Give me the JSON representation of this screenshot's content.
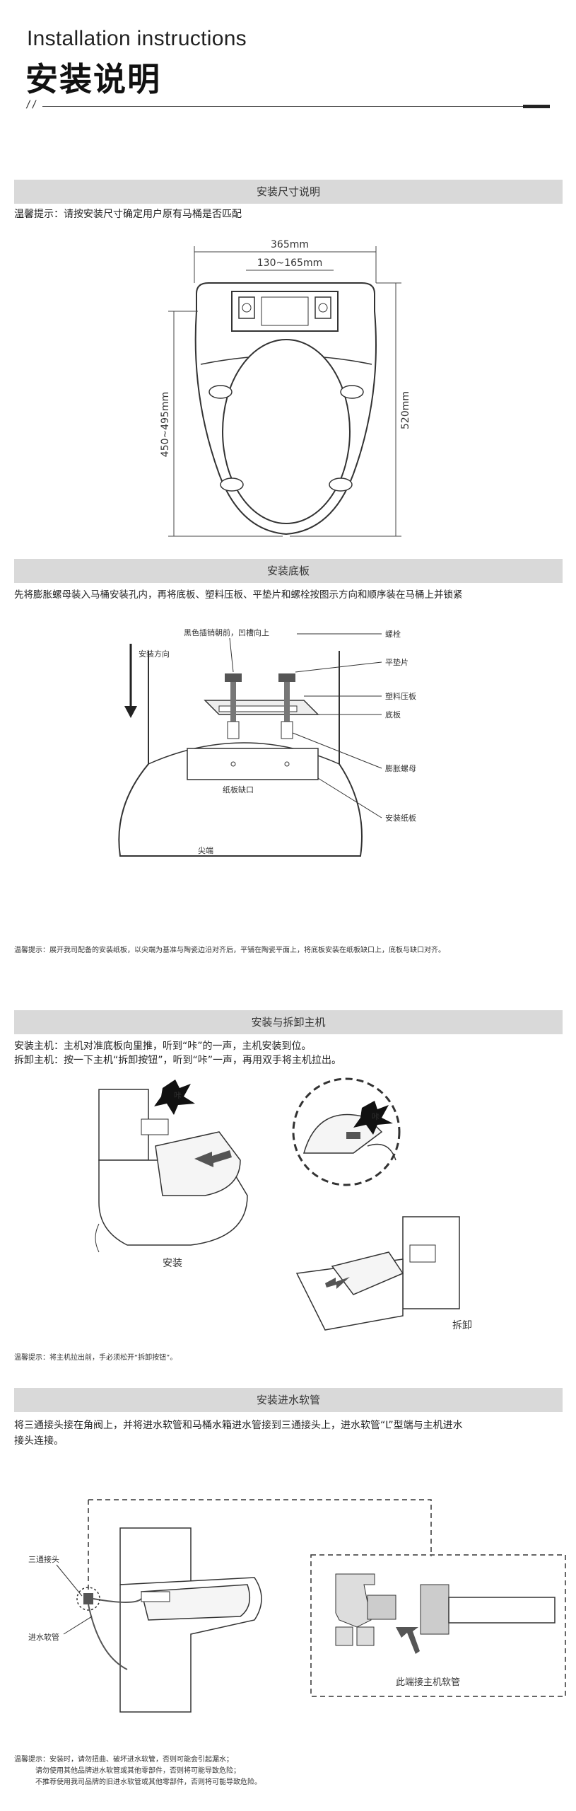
{
  "header": {
    "title_en": "Installation instructions",
    "title_zh": "安装说明",
    "slash": "//"
  },
  "sections": {
    "size": {
      "title": "安装尺寸说明",
      "tip": "温馨提示：请按安装尺寸确定用户原有马桶是否匹配",
      "dim_width": "365mm",
      "dim_holes": "130~165mm",
      "dim_length": "450~495mm",
      "dim_total": "520mm"
    },
    "base": {
      "title": "安装底板",
      "desc": "先将膨胀螺母装入马桶安装孔内，再将底板、塑料压板、平垫片和螺栓按图示方向和顺序装在马桶上并锁紧",
      "label_black": "黑色插销朝前，凹槽向上",
      "label_dir": "安装方向",
      "label_bolt": "螺栓",
      "label_washer": "平垫片",
      "label_plate": "塑料压板",
      "label_base": "底板",
      "label_nut": "膨胀螺母",
      "label_notch": "纸板缺口",
      "label_paper": "安装纸板",
      "label_tip_end": "尖端",
      "tip": "温馨提示：展开我司配备的安装纸板，以尖端为基准与陶瓷边沿对齐后，平铺在陶瓷平面上，将底板安装在纸板缺口上，底板与缺口对齐。"
    },
    "host": {
      "title": "安装与拆卸主机",
      "line1": "安装主机：主机对准底板向里推，听到“咔”的一声，主机安装到位。",
      "line2": "拆卸主机：按一下主机“拆卸按钮”，听到“咔”一声，再用双手将主机拉出。",
      "click1": "咔",
      "click2": "咔",
      "label_install": "安装",
      "label_remove": "拆卸",
      "tip": "温馨提示：将主机拉出前，手必须松开“拆卸按钮”。"
    },
    "hose": {
      "title": "安装进水软管",
      "desc_line1": "将三通接头接在角阀上，并将进水软管和马桶水箱进水管接到三通接头上，进水软管“L”型端与主机进水",
      "desc_line2": "接头连接。",
      "label_tee": "三通接头",
      "label_hose": "进水软管",
      "label_host_hose": "此端接主机软管",
      "tip_line1": "温馨提示：安装时，请勿扭曲、破坏进水软管，否则可能会引起漏水；",
      "tip_line2": "请勿使用其他品牌进水软管或其他零部件，否则将可能导致危险；",
      "tip_line3": "不推荐使用我司品牌的旧进水软管或其他零部件，否则将可能导致危险。"
    }
  }
}
